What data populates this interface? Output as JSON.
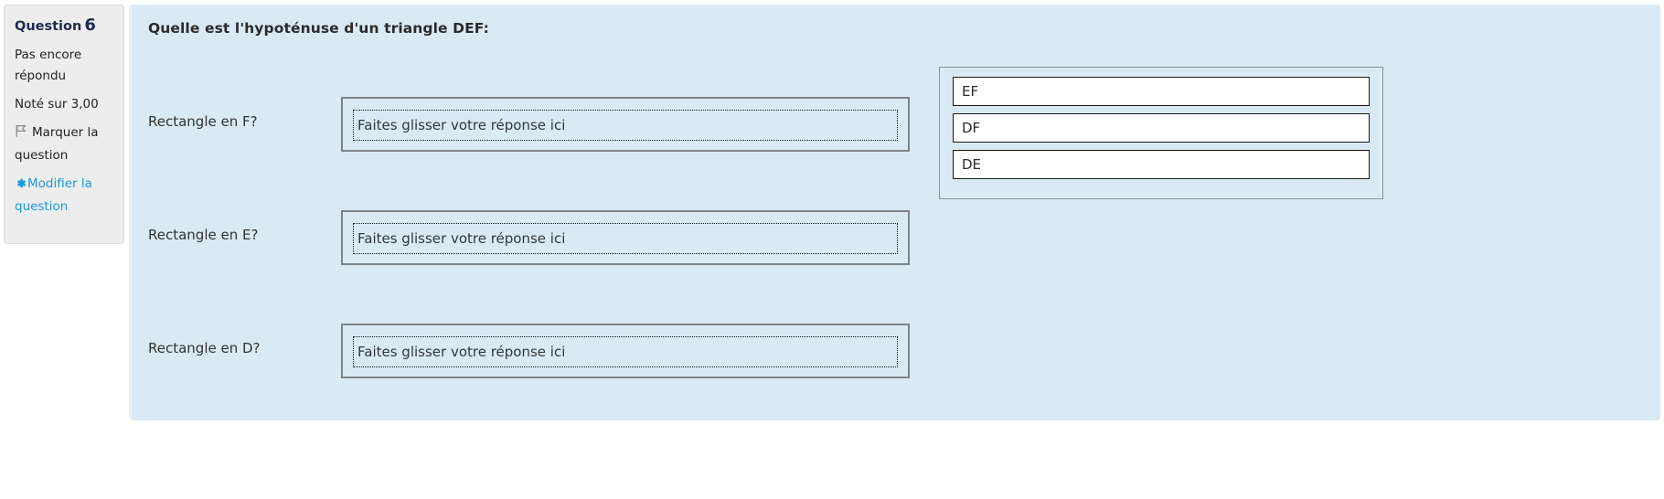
{
  "question_info": {
    "header_label": "Question",
    "number": "6",
    "status": "Pas encore répondu",
    "grade": "Noté sur 3,00",
    "flag_label": "Marquer la question",
    "flag_icon": "flag-outline-icon",
    "edit_label": "Modifier la question",
    "edit_icon": "gear-icon",
    "panel_bg": "#ededed",
    "link_color": "#1a9ad7",
    "header_color": "#1d2b50"
  },
  "question": {
    "text": "Quelle est l'hypoténuse d'un triangle DEF:",
    "content_bg": "#d9eaf4",
    "drop_zones": [
      {
        "label": "Rectangle en F?",
        "placeholder": "Faites glisser votre réponse ici",
        "value": ""
      },
      {
        "label": "Rectangle en E?",
        "placeholder": "Faites glisser votre réponse ici",
        "value": ""
      },
      {
        "label": "Rectangle en D?",
        "placeholder": "Faites glisser votre réponse ici",
        "value": ""
      }
    ],
    "drag_items": [
      {
        "label": "EF"
      },
      {
        "label": "DF"
      },
      {
        "label": "DE"
      }
    ]
  }
}
